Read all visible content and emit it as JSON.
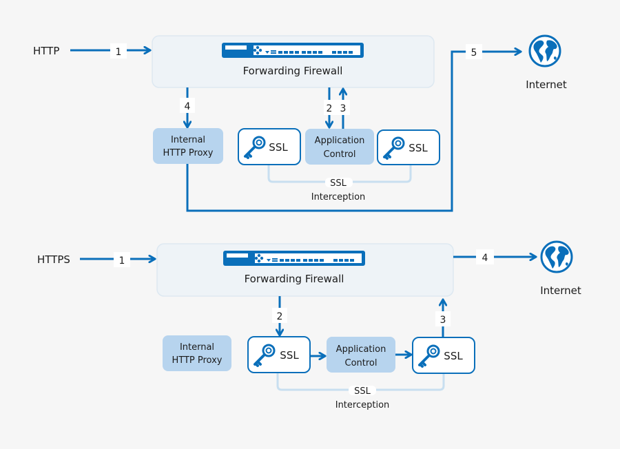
{
  "colors": {
    "accent": "#0a6fba",
    "panel_fill": "#eef3f7",
    "panel_border": "#dde8f1",
    "module_fill": "#b7d4ee",
    "ssl_border": "#0a6fba",
    "bracket": "#c8dff0",
    "background": "#f6f6f6"
  },
  "top": {
    "source_label": "HTTP",
    "firewall_label": "Forwarding Firewall",
    "proxy_label_line1": "Internal",
    "proxy_label_line2": "HTTP Proxy",
    "appctrl_line1": "Application",
    "appctrl_line2": "Control",
    "ssl_left": "SSL",
    "ssl_right": "SSL",
    "interception_line1": "SSL",
    "interception_line2": "Interception",
    "internet_label": "Internet",
    "steps": {
      "s1": "1",
      "s2": "2",
      "s3": "3",
      "s4": "4",
      "s5": "5"
    }
  },
  "bottom": {
    "source_label": "HTTPS",
    "firewall_label": "Forwarding Firewall",
    "proxy_label_line1": "Internal",
    "proxy_label_line2": "HTTP Proxy",
    "appctrl_line1": "Application",
    "appctrl_line2": "Control",
    "ssl_left": "SSL",
    "ssl_right": "SSL",
    "interception_line1": "SSL",
    "interception_line2": "Interception",
    "internet_label": "Internet",
    "steps": {
      "s1": "1",
      "s2": "2",
      "s3": "3",
      "s4": "4"
    }
  }
}
